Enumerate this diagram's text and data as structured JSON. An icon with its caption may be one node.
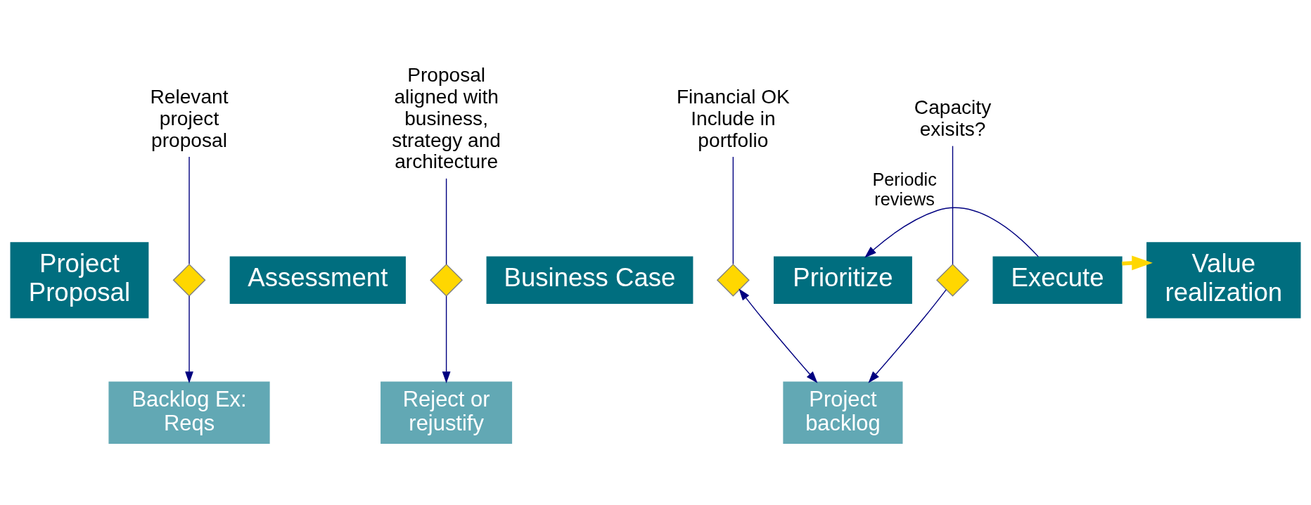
{
  "diagram": {
    "nodes": [
      {
        "text": [
          "Relevant project proposal"
        ]
      },
      {
        "text": [
          "Proposal aligned with business, strategy and architecture"
        ]
      },
      {
        "text": [
          "Financial OK Include in portfolio"
        ]
      },
      {
        "text": [
          "Capacity exisits?"
        ]
      },
      {
        "text": [
          "Project Proposal"
        ]
      },
      {
        "text": [],
        "shape": "diamond"
      },
      {
        "text": [
          "Assessment"
        ]
      },
      {
        "text": [],
        "shape": "diamond"
      },
      {
        "text": [
          "Business Case"
        ]
      },
      {
        "text": [],
        "shape": "diamond"
      },
      {
        "text": [
          "Prioritize"
        ]
      },
      {
        "text": [],
        "shape": "diamond"
      },
      {
        "text": [
          "Execute"
        ]
      },
      {
        "text": [
          "Value realization"
        ]
      },
      {
        "text": [
          "Backlog Ex: Reqs"
        ]
      },
      {
        "text": [
          "Reject or rejustify"
        ]
      },
      {
        "text": [
          "Project backlog"
        ]
      }
    ],
    "edges": [
      {
        "from": 0,
        "to": 5,
        "arrow": "none"
      },
      {
        "from": 1,
        "to": 7,
        "arrow": "none"
      },
      {
        "from": 2,
        "to": 9,
        "arrow": "none"
      },
      {
        "from": 3,
        "to": 11,
        "arrow": "none"
      },
      {
        "from": 5,
        "to": 14,
        "arrow": "to"
      },
      {
        "from": 7,
        "to": 15,
        "arrow": "to"
      },
      {
        "from": 9,
        "to": 16,
        "arrow": "both"
      },
      {
        "from": 11,
        "to": 16,
        "arrow": "to"
      },
      {
        "from": 12,
        "to": 10,
        "arrow": "to",
        "label": "Periodic reviews"
      },
      {
        "from": 12,
        "to": 13,
        "arrow": "to",
        "style": "thick",
        "color": "#ffd700"
      }
    ]
  }
}
